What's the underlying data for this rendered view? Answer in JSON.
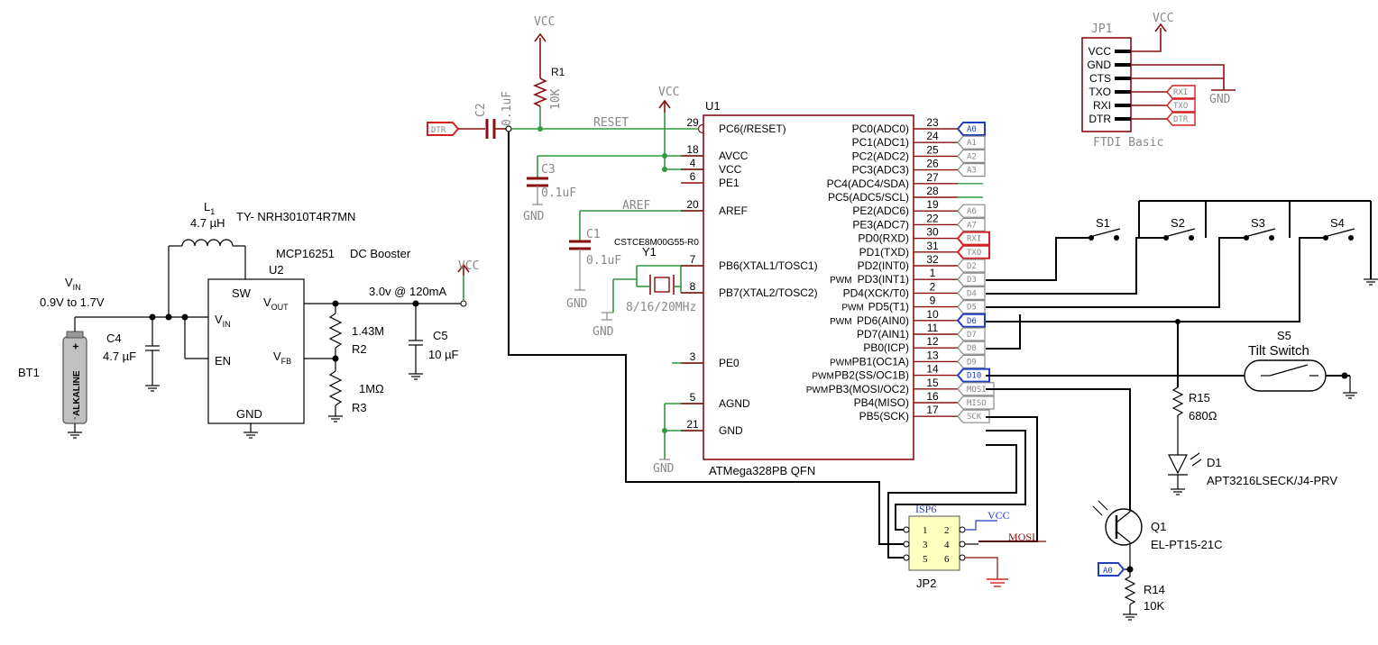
{
  "battery": {
    "ref": "BT1",
    "label": "ALKALINE",
    "plus": "+",
    "minus": "-"
  },
  "vin": {
    "name": "V",
    "sub": "IN",
    "range": "0.9V to 1.7V"
  },
  "c4": {
    "ref": "C4",
    "value": "4.7 µF"
  },
  "inductor": {
    "ref": "L",
    "sub": "1",
    "value": "4.7 µH",
    "part": "TY- NRH3010T4R7MN"
  },
  "booster": {
    "part": "MCP16251",
    "desc": "DC Booster",
    "ref": "U2",
    "pin_sw": "SW",
    "pin_vin": "V",
    "pin_vin_sub": "IN",
    "pin_en": "EN",
    "pin_vout": "V",
    "pin_vout_sub": "OUT",
    "pin_vfb": "V",
    "pin_vfb_sub": "FB",
    "pin_gnd": "GND"
  },
  "r2": {
    "ref": "R2",
    "value": "1.43M"
  },
  "r3": {
    "ref": "R3",
    "value": "1MΩ"
  },
  "output": {
    "label": "3.0v @ 120mA",
    "vcc": "VCC"
  },
  "c5": {
    "ref": "C5",
    "value": "10 µF"
  },
  "dtr_tag": "DTR",
  "c2": {
    "ref": "C2",
    "value": "0.1uF"
  },
  "r1": {
    "ref": "R1",
    "value": "10K",
    "vcc": "VCC"
  },
  "reset_label": "RESET",
  "vcc_top": "VCC",
  "c3": {
    "ref": "C3",
    "value": "0.1uF",
    "gnd": "GND"
  },
  "aref_label": "AREF",
  "c1": {
    "ref": "C1",
    "value": "0.1uF",
    "gnd": "GND"
  },
  "y1": {
    "part": "CSTCE8M00G55-R0",
    "ref": "Y1",
    "freq": "8/16/20MHz",
    "gnd": "GND"
  },
  "u1": {
    "ref": "U1",
    "name": "ATMega328PB QFN",
    "left_pins": [
      {
        "num": "29",
        "name": "PC6(/RESET)"
      },
      {
        "num": "18",
        "name": "AVCC"
      },
      {
        "num": "4",
        "name": "VCC"
      },
      {
        "num": "6",
        "name": "PE1"
      },
      {
        "num": "20",
        "name": "AREF"
      },
      {
        "num": "7",
        "name": "PB6(XTAL1/TOSC1)"
      },
      {
        "num": "8",
        "name": "PB7(XTAL2/TOSC2)"
      },
      {
        "num": "3",
        "name": "PE0"
      },
      {
        "num": "5",
        "name": "AGND"
      },
      {
        "num": "21",
        "name": "GND"
      }
    ],
    "right_pins": [
      {
        "num": "23",
        "name": "PC0(ADC0)",
        "pwm": "",
        "tag": "A0",
        "tagc": "blue"
      },
      {
        "num": "24",
        "name": "PC1(ADC1)",
        "pwm": "",
        "tag": "A1",
        "tagc": "gray"
      },
      {
        "num": "25",
        "name": "PC2(ADC2)",
        "pwm": "",
        "tag": "A2",
        "tagc": "gray"
      },
      {
        "num": "26",
        "name": "PC3(ADC3)",
        "pwm": "",
        "tag": "A3",
        "tagc": "gray"
      },
      {
        "num": "27",
        "name": "PC4(ADC4/SDA)",
        "pwm": "",
        "tag": "",
        "tagc": "green"
      },
      {
        "num": "28",
        "name": "PC5(ADC5/SCL)",
        "pwm": "",
        "tag": "",
        "tagc": "green"
      },
      {
        "num": "19",
        "name": "PE2(ADC6)",
        "pwm": "",
        "tag": "A6",
        "tagc": "gray"
      },
      {
        "num": "22",
        "name": "PE3(ADC7)",
        "pwm": "",
        "tag": "A7",
        "tagc": "gray"
      },
      {
        "num": "30",
        "name": "PD0(RXD)",
        "pwm": "",
        "tag": "RXI",
        "tagc": "red"
      },
      {
        "num": "31",
        "name": "PD1(TXD)",
        "pwm": "",
        "tag": "TXO",
        "tagc": "red"
      },
      {
        "num": "32",
        "name": "PD2(INT0)",
        "pwm": "",
        "tag": "D2",
        "tagc": "gray"
      },
      {
        "num": "1",
        "name": "PD3(INT1)",
        "pwm": "PWM",
        "tag": "D3",
        "tagc": "gray"
      },
      {
        "num": "2",
        "name": "PD4(XCK/T0)",
        "pwm": "",
        "tag": "D4",
        "tagc": "gray"
      },
      {
        "num": "9",
        "name": "PD5(T1)",
        "pwm": "PWM",
        "tag": "D5",
        "tagc": "gray"
      },
      {
        "num": "10",
        "name": "PD6(AIN0)",
        "pwm": "PWM",
        "tag": "D6",
        "tagc": "blue"
      },
      {
        "num": "11",
        "name": "PD7(AIN1)",
        "pwm": "",
        "tag": "D7",
        "tagc": "gray"
      },
      {
        "num": "12",
        "name": "PB0(ICP)",
        "pwm": "",
        "tag": "D8",
        "tagc": "gray"
      },
      {
        "num": "13",
        "name": "PB1(OC1A)",
        "pwm": "PWM",
        "tag": "D9",
        "tagc": "gray"
      },
      {
        "num": "14",
        "name": "PB2(SS/OC1B)",
        "pwm": "PWM",
        "tag": "D10",
        "tagc": "blue"
      },
      {
        "num": "15",
        "name": "PB3(MOSI/OC2)",
        "pwm": "PWM",
        "tag": "MOSI",
        "tagc": "gray"
      },
      {
        "num": "16",
        "name": "PB4(MISO)",
        "pwm": "",
        "tag": "MISO",
        "tagc": "gray"
      },
      {
        "num": "17",
        "name": "PB5(SCK)",
        "pwm": "",
        "tag": "SCK",
        "tagc": "gray"
      }
    ]
  },
  "jp1": {
    "ref": "JP1",
    "desc": "FTDI Basic",
    "vcc": "VCC",
    "gnd": "GND",
    "pins": [
      {
        "name": "VCC",
        "tag": ""
      },
      {
        "name": "GND",
        "tag": ""
      },
      {
        "name": "CTS",
        "tag": ""
      },
      {
        "name": "TXO",
        "tag": "RXI"
      },
      {
        "name": "RXI",
        "tag": "TXO"
      },
      {
        "name": "DTR",
        "tag": "DTR"
      }
    ]
  },
  "switches": [
    "S1",
    "S2",
    "S3",
    "S4"
  ],
  "s5": {
    "ref": "S5",
    "desc": "Tilt Switch"
  },
  "r15": {
    "ref": "R15",
    "value": "680Ω"
  },
  "d1": {
    "ref": "D1",
    "part": "APT3216LSECK/J4-PRV"
  },
  "q1": {
    "ref": "Q1",
    "part": "EL-PT15-21C"
  },
  "r14": {
    "ref": "R14",
    "value": "10K",
    "tag": "A0"
  },
  "isp": {
    "title": "ISP6",
    "ref": "JP2",
    "vcc": "VCC",
    "mosi": "MOSI",
    "pins": [
      "1",
      "2",
      "3",
      "4",
      "5",
      "6"
    ]
  },
  "colors": {
    "wire": "#000000",
    "net": "#2f9a3e",
    "part": "#8a0e0e",
    "label_blue": "#1f3fbf",
    "label_gray": "#888888",
    "isp_fill": "#ffffc0"
  }
}
